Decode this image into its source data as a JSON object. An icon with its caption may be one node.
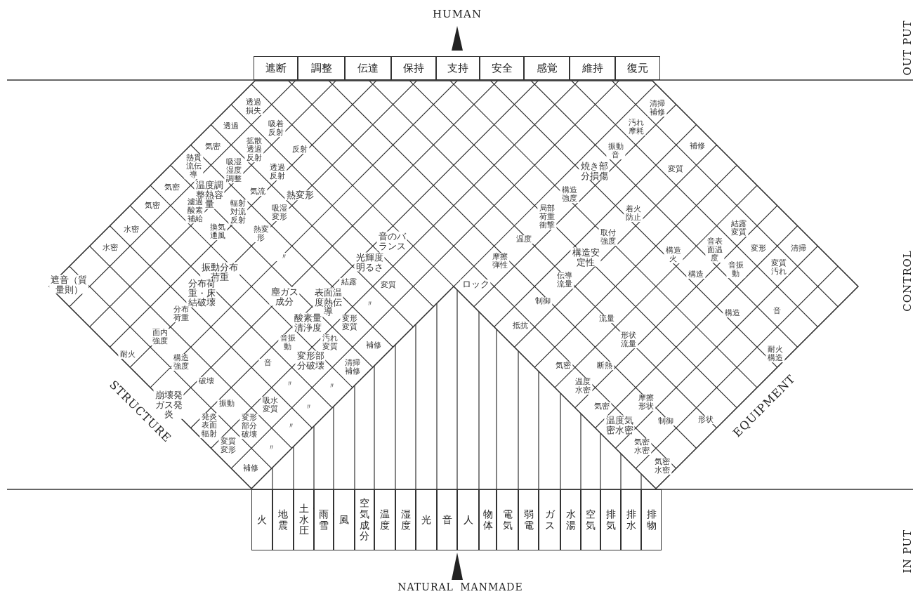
{
  "diagram": {
    "nodes": [
      {
        "text": [
          "遮断"
        ]
      },
      {
        "text": [
          "調整"
        ]
      },
      {
        "text": [
          "伝達"
        ]
      },
      {
        "text": [
          "保持"
        ]
      },
      {
        "text": [
          "支持"
        ]
      },
      {
        "text": [
          "安全"
        ]
      },
      {
        "text": [
          "感覚"
        ]
      },
      {
        "text": [
          "維持"
        ]
      },
      {
        "text": [
          "復元"
        ]
      },
      {
        "text": [
          "火"
        ]
      },
      {
        "text": [
          "地震"
        ]
      },
      {
        "text": [
          "土・水圧"
        ]
      },
      {
        "text": [
          "雨・雪"
        ]
      },
      {
        "text": [
          "風"
        ]
      },
      {
        "text": [
          "空気成分"
        ]
      },
      {
        "text": [
          "温度"
        ]
      },
      {
        "text": [
          "湿度"
        ]
      },
      {
        "text": [
          "光"
        ]
      },
      {
        "text": [
          "音"
        ]
      },
      {
        "text": [
          "人"
        ]
      },
      {
        "text": [
          "物体"
        ]
      },
      {
        "text": [
          "電気"
        ]
      },
      {
        "text": [
          "弱電"
        ]
      },
      {
        "text": [
          "ガス"
        ]
      },
      {
        "text": [
          "水・湯"
        ]
      },
      {
        "text": [
          "空気"
        ]
      },
      {
        "text": [
          "排気"
        ]
      },
      {
        "text": [
          "排水"
        ]
      },
      {
        "text": [
          "排物"
        ]
      }
    ],
    "edges": [],
    "labels": [
      "HUMAN",
      "OUT PUT",
      "透過損失",
      "透過",
      "吸着反射",
      "気密",
      "拡散透過反射",
      "反射",
      "熱貫流伝導",
      "吸湿湿度調整",
      "透過反射",
      "気密",
      "温度調整熱容量",
      "気流",
      "熱変形",
      "気密",
      "濾過酸素補給",
      "輻射対流反射",
      "吸湿変形",
      "水密",
      "換気通風",
      "熱変形",
      "水密",
      "〃",
      "振動分布荷重",
      "遮音（質量則）",
      "分布荷重・床結破壊",
      "塵ガス成分",
      "表面温度熱伝導",
      "音のバランス",
      "光輝度明るさ",
      "結露",
      "変質",
      "ロック",
      "〃",
      "分布荷重",
      "酸素量清浄度",
      "変形変質",
      "面内強度",
      "音振動",
      "汚れ変質",
      "補修",
      "耐火",
      "構造強度",
      "音",
      "変形部分破壊",
      "清掃補修",
      "破壊",
      "〃",
      "〃",
      "崩壊発ガス発炎",
      "振動",
      "吸水変質",
      "〃",
      "発炎表面輻射",
      "変形部分破壊",
      "〃",
      "変質変形",
      "〃",
      "補修",
      "清掃補修",
      "汚れ摩耗",
      "補修",
      "振動音",
      "焼き部分損傷",
      "変質",
      "構造強度",
      "着火防止",
      "局部荷重衝撃",
      "結露変質",
      "温度",
      "取付強度",
      "摩擦弾性",
      "構造安定性",
      "構造火",
      "音表面温度",
      "変形",
      "清掃",
      "伝導流量",
      "構造",
      "音振動",
      "変質汚れ",
      "制御",
      "構造",
      "音",
      "流量",
      "抵抗",
      "形状流量",
      "耐火構造",
      "気密",
      "断熱",
      "温度水密",
      "摩擦形状",
      "気密",
      "制御",
      "形状",
      "温度気密水密",
      "気密水密",
      "気密水密",
      "STRUCTURE",
      "CONTROL",
      "EQUIPMENT",
      "IN PUT",
      "NATURAL",
      "MANMADE"
    ]
  }
}
